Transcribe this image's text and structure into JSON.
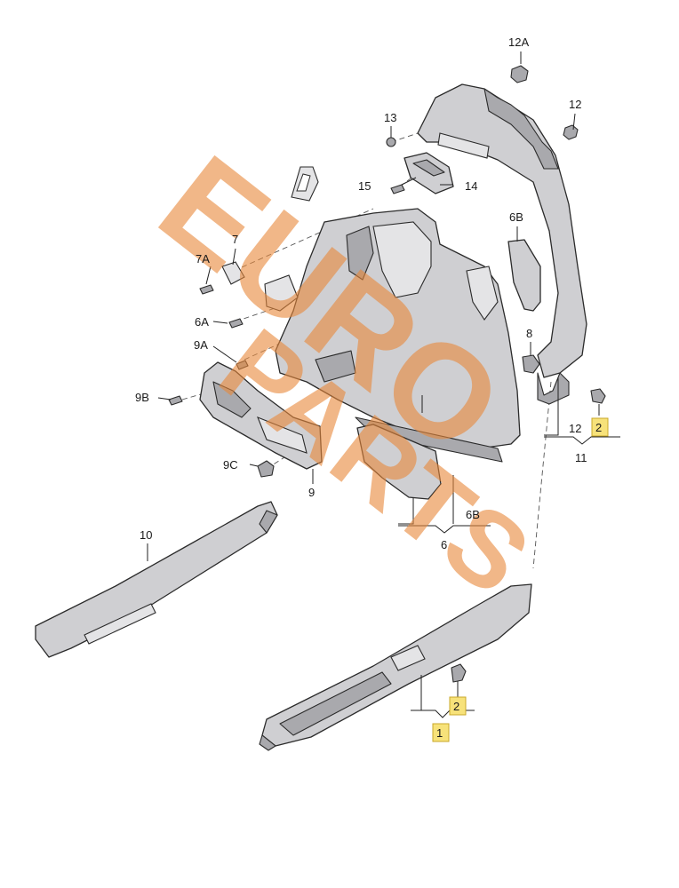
{
  "callouts": {
    "c12A": "12A",
    "c13": "13",
    "c12": "12",
    "c15": "15",
    "c14": "14",
    "c6B": "6B",
    "c7": "7",
    "c7A": "7A",
    "c6A": "6A",
    "c8": "8",
    "c9A": "9A",
    "c9B": "9B",
    "c12b": "12",
    "c2a": "2",
    "c11": "11",
    "c9C": "9C",
    "c9": "9",
    "c6B2": "6B",
    "c6": "6",
    "c10": "10",
    "c2b": "2",
    "c1": "1"
  },
  "watermark": {
    "word1": "EURO",
    "word2": "PARTS"
  },
  "colors": {
    "part_fill": "#cfcfd2",
    "highlight": "#f7e27a",
    "watermark": "#e8883a"
  }
}
